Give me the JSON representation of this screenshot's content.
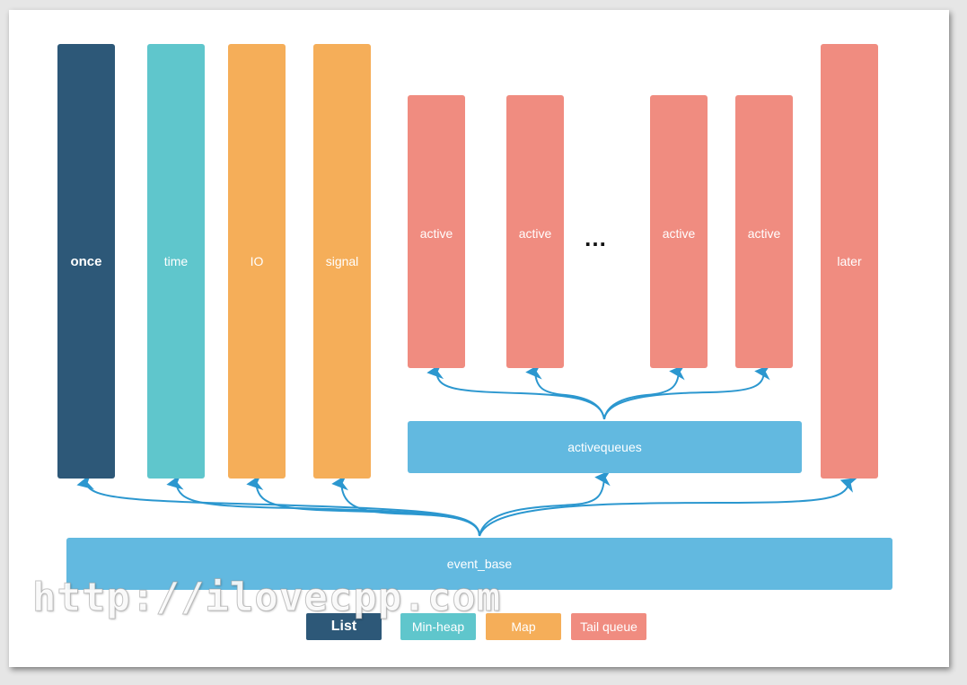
{
  "diagram": {
    "columns": {
      "once": "once",
      "time": "time",
      "io": "IO",
      "signal": "signal",
      "active_1": "active",
      "active_2": "active",
      "active_3": "active",
      "active_4": "active",
      "later": "later"
    },
    "ellipsis": "…",
    "activequeues": "activequeues",
    "event_base": "event_base"
  },
  "legend": {
    "list": "List",
    "min_heap": "Min-heap",
    "map": "Map",
    "tail_queue": "Tail queue"
  },
  "watermark": "http://ilovecpp.com",
  "colors": {
    "list": "#2d5878",
    "min_heap": "#5fc6cc",
    "map": "#f5ae59",
    "tail_queue": "#f08c80",
    "base": "#62b9e0",
    "arrow": "#2b97cf"
  }
}
